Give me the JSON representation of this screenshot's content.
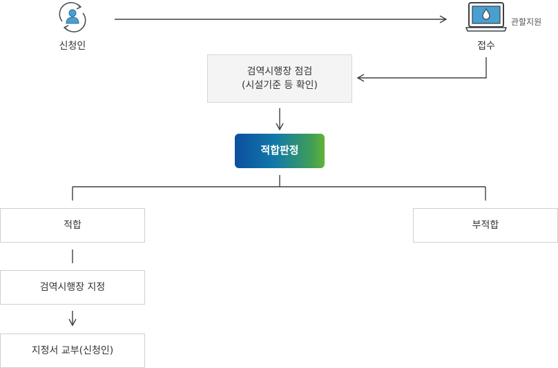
{
  "nodes": {
    "applicant": "신청인",
    "reception": "접수",
    "authority": "관할지원",
    "inspection_line1": "검역시행장 점검",
    "inspection_line2": "(시설기준 등 확인)",
    "decision": "적합판정",
    "pass": "적합",
    "fail": "부적합",
    "designation": "검역시행장 지정",
    "certificate": "지정서 교부(신청인)"
  },
  "icons": {
    "applicant": "person-cycle-icon",
    "reception": "laptop-water-drop-icon"
  },
  "colors": {
    "line": "#3a3f44",
    "decision_gradient": [
      "#0b4fa0",
      "#63b235"
    ],
    "icon_blue": "#4a9fd1"
  }
}
